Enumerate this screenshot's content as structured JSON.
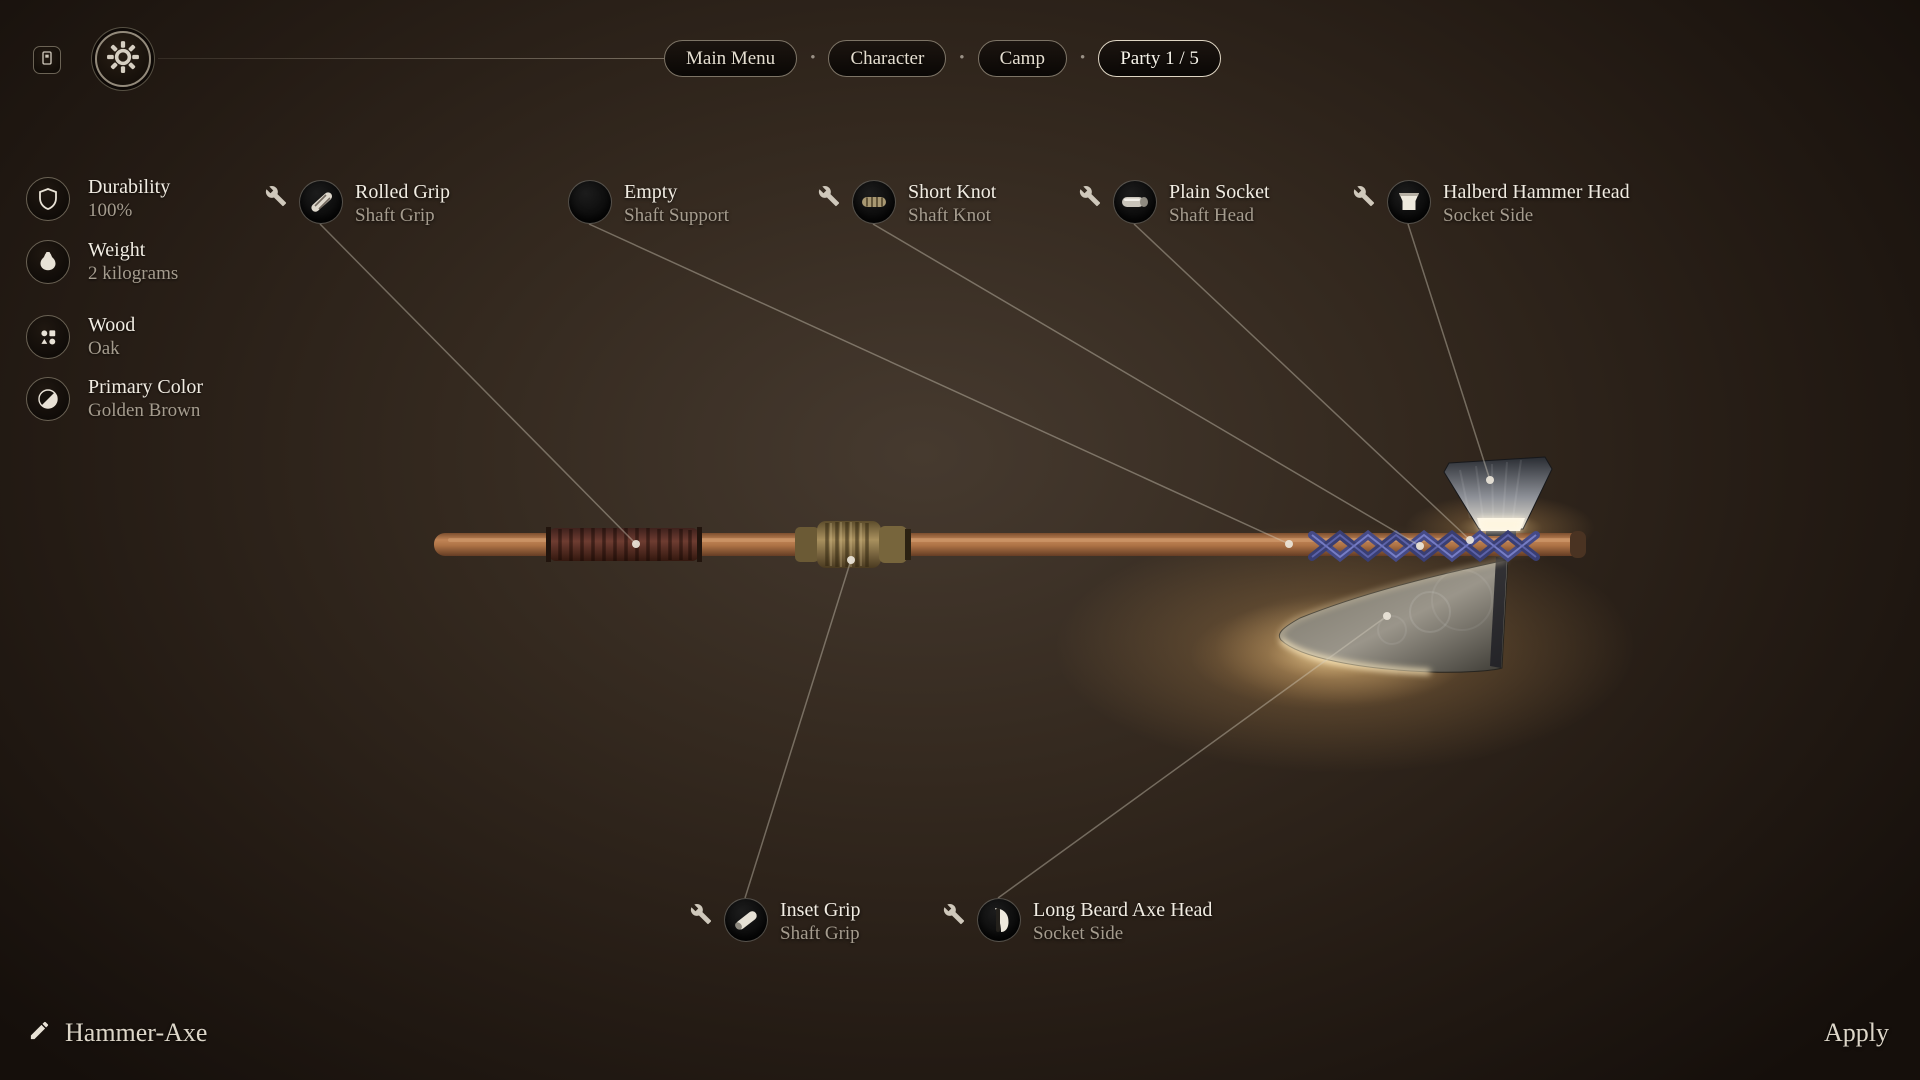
{
  "header": {
    "separator": "•",
    "breadcrumbs": [
      {
        "label": "Main Menu"
      },
      {
        "label": "Character"
      },
      {
        "label": "Camp"
      },
      {
        "label": "Party 1 / 5",
        "active": true
      }
    ]
  },
  "stats": [
    {
      "icon": "shield-icon",
      "name": "Durability",
      "value": "100%"
    },
    {
      "icon": "weight-icon",
      "name": "Weight",
      "value": "2 kilograms"
    },
    {
      "icon": "materials-icon",
      "name": "Wood",
      "value": "Oak"
    },
    {
      "icon": "color-icon",
      "name": "Primary Color",
      "value": "Golden Brown"
    }
  ],
  "components": [
    {
      "icon": "wrench-icon",
      "title": "Rolled Grip",
      "subtitle": "Shaft Grip"
    },
    {
      "title": "Empty",
      "subtitle": "Shaft Support"
    },
    {
      "icon": "wrench-icon",
      "title": "Short Knot",
      "subtitle": "Shaft Knot"
    },
    {
      "icon": "wrench-icon",
      "title": "Plain Socket",
      "subtitle": "Shaft Head"
    },
    {
      "icon": "wrench-icon",
      "title": "Halberd Hammer Head",
      "subtitle": "Socket Side"
    },
    {
      "icon": "wrench-icon",
      "title": "Inset Grip",
      "subtitle": "Shaft Grip"
    },
    {
      "icon": "wrench-icon",
      "title": "Long Beard Axe Head",
      "subtitle": "Socket Side"
    }
  ],
  "weapon": {
    "name": "Hammer-Axe"
  },
  "footer": {
    "apply_label": "Apply"
  },
  "theme": {
    "background": "#2b211a",
    "text_primary": "#f1ece2",
    "text_secondary": "#a59c8e",
    "glow": "#ffdf9e",
    "wrap_blue": "#454a86",
    "wood": "#b07a4c"
  }
}
